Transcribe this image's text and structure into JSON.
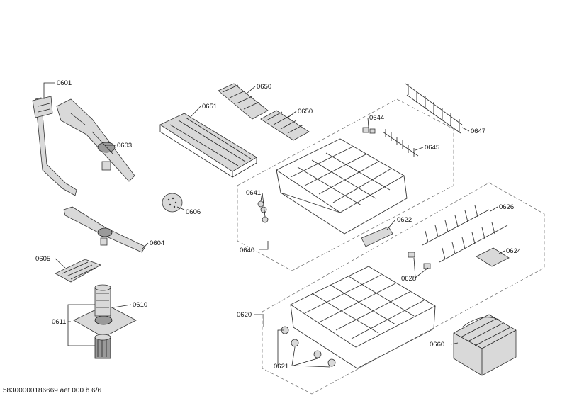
{
  "diagram": {
    "parts": [
      {
        "id": "p0601",
        "number": "0601"
      },
      {
        "id": "p0603",
        "number": "0603"
      },
      {
        "id": "p0604",
        "number": "0604"
      },
      {
        "id": "p0605",
        "number": "0605"
      },
      {
        "id": "p0606",
        "number": "0606"
      },
      {
        "id": "p0610",
        "number": "0610"
      },
      {
        "id": "p0611",
        "number": "0611"
      },
      {
        "id": "p0650a",
        "number": "0650"
      },
      {
        "id": "p0650b",
        "number": "0650"
      },
      {
        "id": "p0651",
        "number": "0651"
      },
      {
        "id": "p0644",
        "number": "0644"
      },
      {
        "id": "p0645",
        "number": "0645"
      },
      {
        "id": "p0647",
        "number": "0647"
      },
      {
        "id": "p0641",
        "number": "0641"
      },
      {
        "id": "p0640",
        "number": "0640"
      },
      {
        "id": "p0622",
        "number": "0622"
      },
      {
        "id": "p0626",
        "number": "0626"
      },
      {
        "id": "p0624",
        "number": "0624"
      },
      {
        "id": "p0628",
        "number": "0628"
      },
      {
        "id": "p0620",
        "number": "0620"
      },
      {
        "id": "p0621",
        "number": "0621"
      },
      {
        "id": "p0660",
        "number": "0660"
      }
    ]
  },
  "footer": {
    "document_id": "58300000186669 aet 000 b 6/6"
  }
}
